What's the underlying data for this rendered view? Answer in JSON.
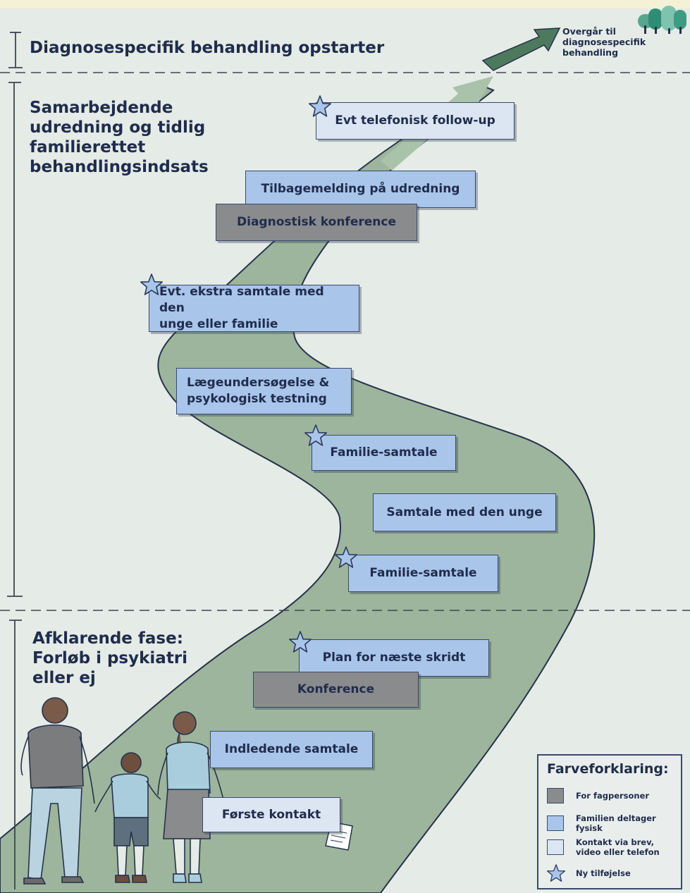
{
  "phases": {
    "top": "Diagnosespecifik behandling opstarter",
    "middle": "Samarbejdende\nudredning og tidlig\nfamilierettet\nbehandlingsindsats",
    "bottom": "Afklarende fase:\nForløb i psykiatri\neller ej"
  },
  "transition_label": "Overgår til\ndiagnosespecifik\nbehandling",
  "steps": [
    {
      "label": "Evt telefonisk follow-up",
      "type": "Kontakt via brev, video eller telefon",
      "new": true
    },
    {
      "label": "Tilbagemelding på udredning",
      "type": "Familien deltager fysisk",
      "new": false
    },
    {
      "label": "Diagnostisk konference",
      "type": "For fagpersoner",
      "new": false
    },
    {
      "label": "Evt. ekstra samtale med den\nunge eller familie",
      "type": "Familien deltager fysisk",
      "new": true
    },
    {
      "label": "Lægeundersøgelse &\npsykologisk testning",
      "type": "Familien deltager fysisk",
      "new": false
    },
    {
      "label": "Familie-samtale",
      "type": "Familien deltager fysisk",
      "new": true
    },
    {
      "label": "Samtale med den unge",
      "type": "Familien deltager fysisk",
      "new": false
    },
    {
      "label": "Familie-samtale",
      "type": "Familien deltager fysisk",
      "new": true
    },
    {
      "label": "Plan for næste skridt",
      "type": "Familien deltager fysisk",
      "new": true
    },
    {
      "label": "Konference",
      "type": "For fagpersoner",
      "new": false
    },
    {
      "label": "Indledende samtale",
      "type": "Familien deltager fysisk",
      "new": false
    },
    {
      "label": "Første kontakt",
      "type": "Kontakt via brev, video eller telefon",
      "new": false
    }
  ],
  "legend": {
    "title": "Farveforklaring:",
    "items": [
      {
        "label": "For fagpersoner",
        "color": "#8a8b8d"
      },
      {
        "label": "Familien deltager fysisk",
        "color": "#a9c5ea"
      },
      {
        "label": "Kontakt via brev,\nvideo eller telefon",
        "color": "#dce5f2"
      },
      {
        "label": "Ny tilføjelse",
        "icon": "star-icon"
      }
    ]
  },
  "colors": {
    "background": "#e5ebe6",
    "road": "#9cb59c",
    "text": "#1f2c4c",
    "for_fagpersoner": "#8a8b8d",
    "familien_deltager_fysisk": "#a9c5ea",
    "kontakt_via_brev": "#dce5f2"
  }
}
